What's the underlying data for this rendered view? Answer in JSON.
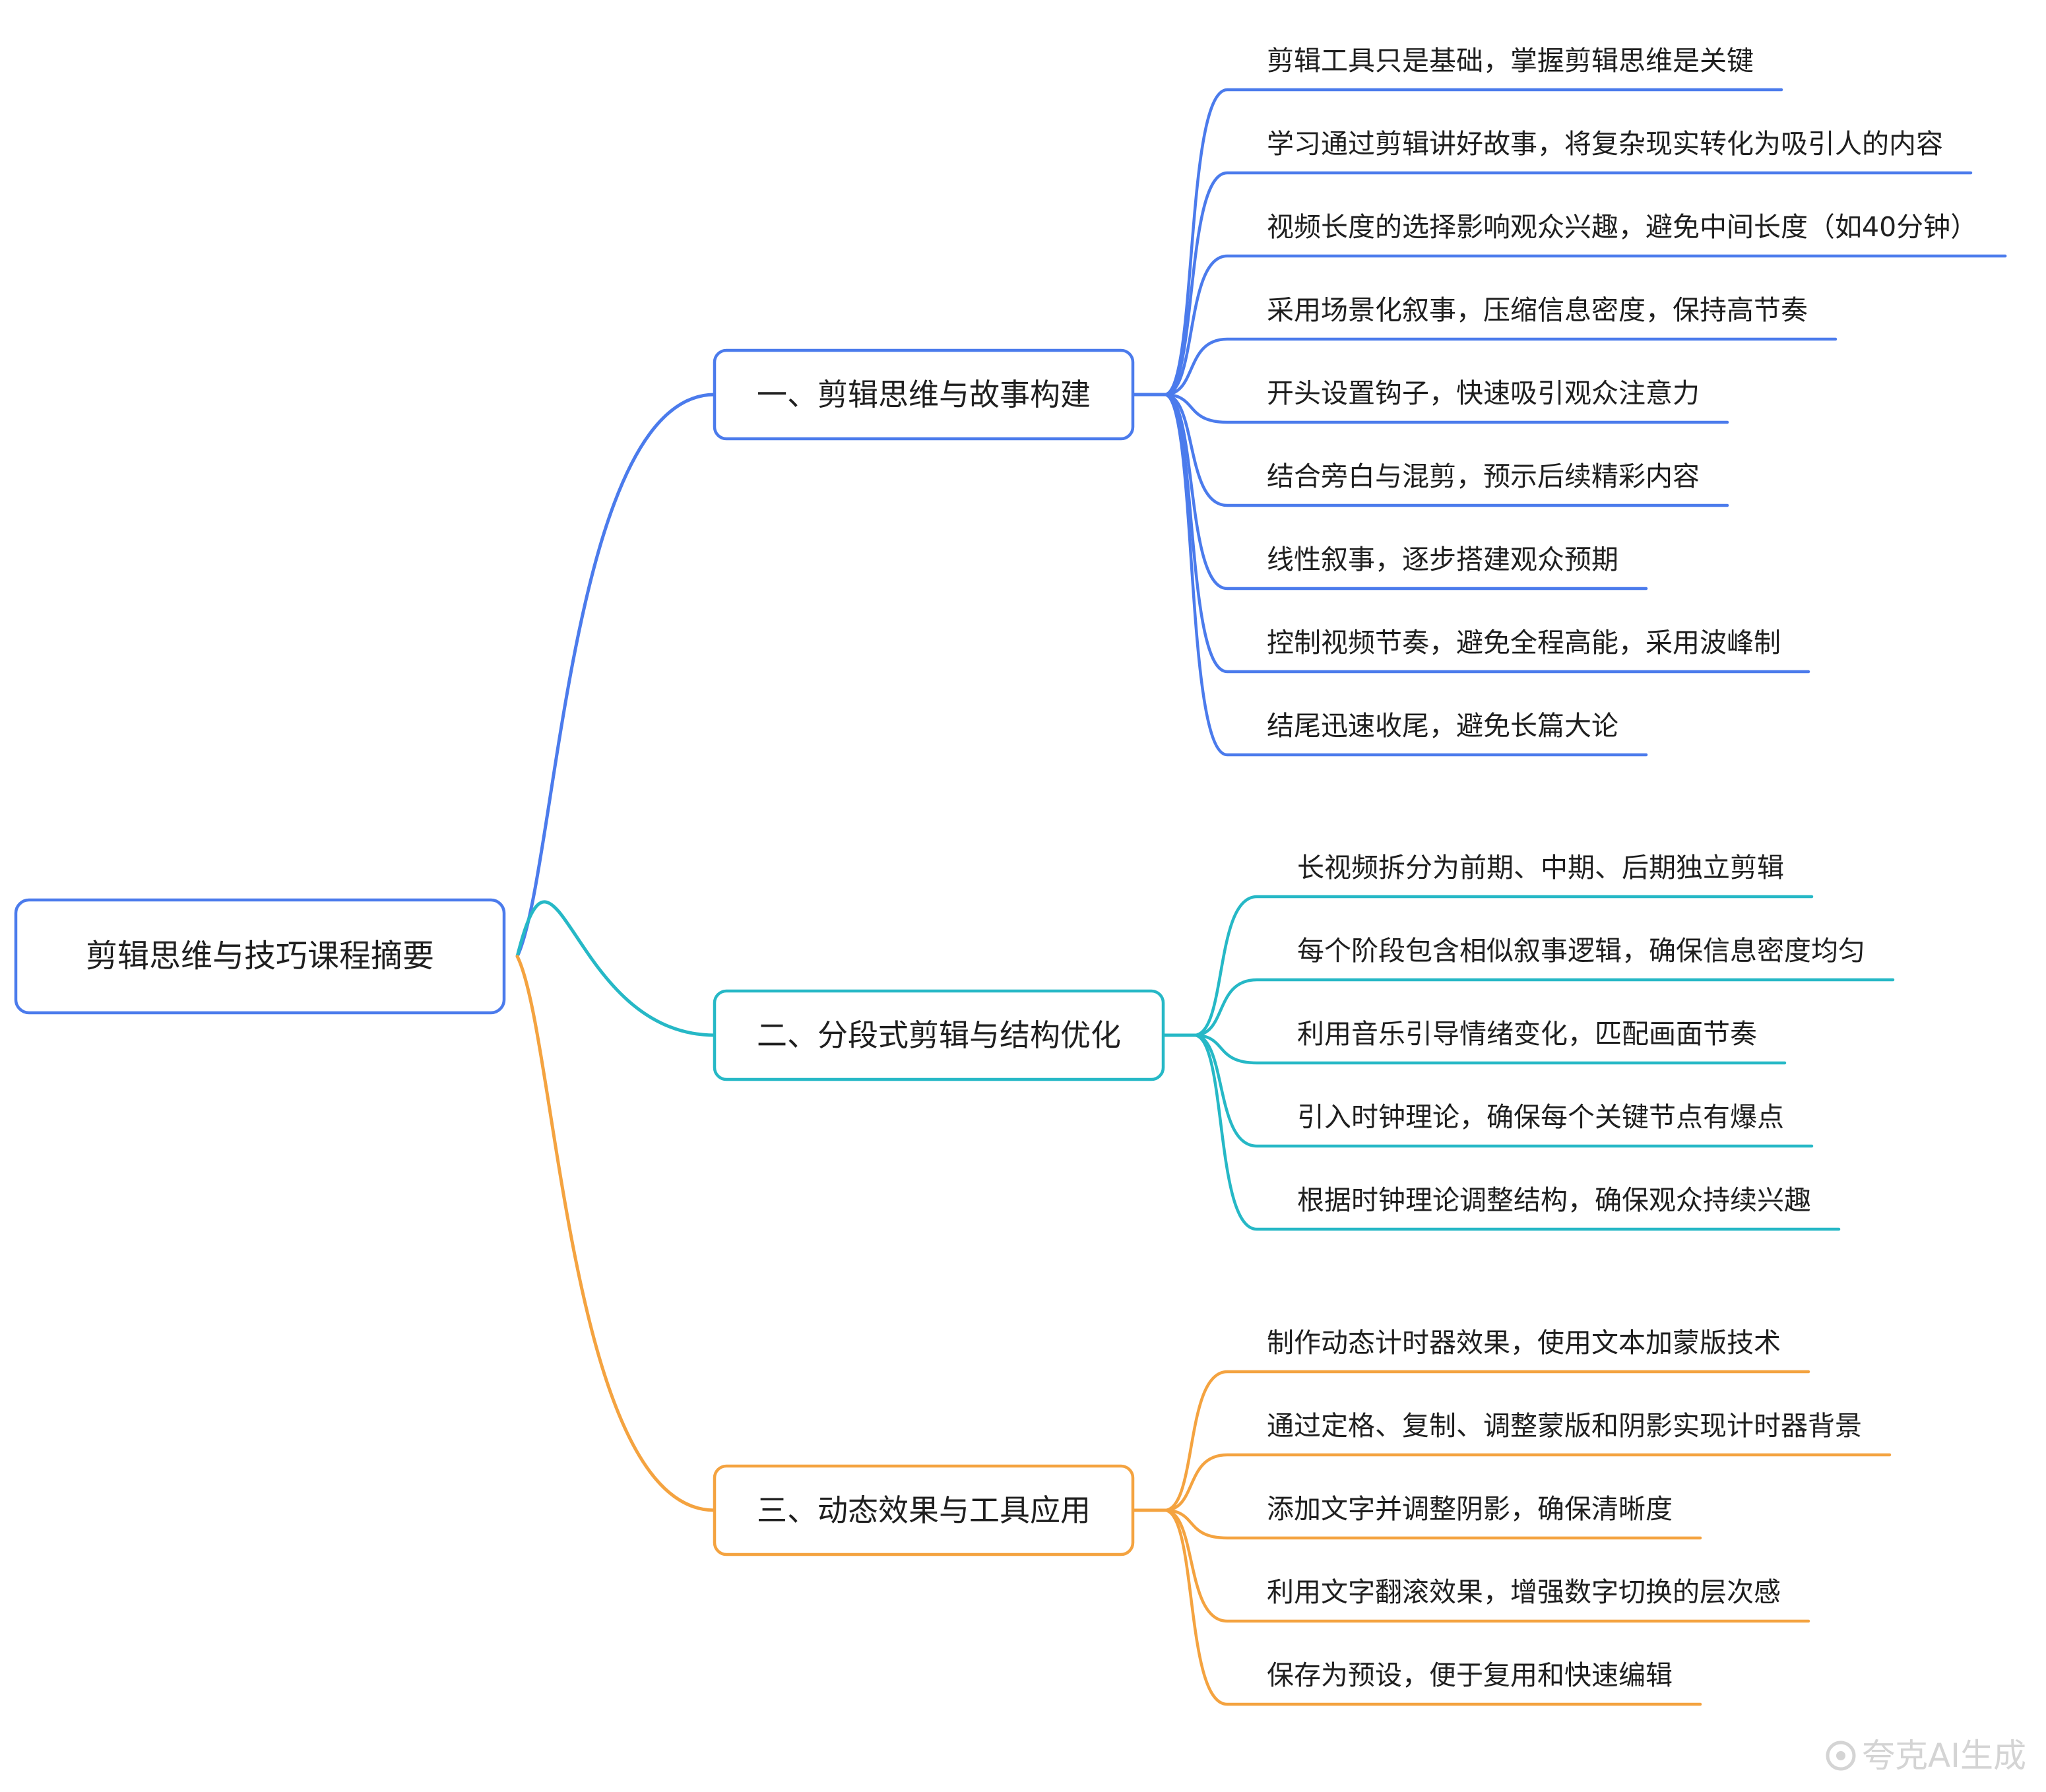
{
  "root": {
    "label": "剪辑思维与技巧课程摘要"
  },
  "branches": [
    {
      "label": "一、剪辑思维与故事构建",
      "color": "#4b7bec",
      "items": [
        "剪辑工具只是基础，掌握剪辑思维是关键",
        "学习通过剪辑讲好故事，将复杂现实转化为吸引人的内容",
        "视频长度的选择影响观众兴趣，避免中间长度（如40分钟）",
        "采用场景化叙事，压缩信息密度，保持高节奏",
        "开头设置钩子，快速吸引观众注意力",
        "结合旁白与混剪，预示后续精彩内容",
        "线性叙事，逐步搭建观众预期",
        "控制视频节奏，避免全程高能，采用波峰制",
        "结尾迅速收尾，避免长篇大论"
      ]
    },
    {
      "label": "二、分段式剪辑与结构优化",
      "color": "#26b8c6",
      "items": [
        "长视频拆分为前期、中期、后期独立剪辑",
        "每个阶段包含相似叙事逻辑，确保信息密度均匀",
        "利用音乐引导情绪变化，匹配画面节奏",
        "引入时钟理论，确保每个关键节点有爆点",
        "根据时钟理论调整结构，确保观众持续兴趣"
      ]
    },
    {
      "label": "三、动态效果与工具应用",
      "color": "#f4a340",
      "items": [
        "制作动态计时器效果，使用文本加蒙版技术",
        "通过定格、复制、调整蒙版和阴影实现计时器背景",
        "添加文字并调整阴影，确保清晰度",
        "利用文字翻滚效果，增强数字切换的层次感",
        "保存为预设，便于复用和快速编辑"
      ]
    }
  ],
  "watermark": {
    "text": "夸克AI生成",
    "icon": "watermark-circle-icon"
  }
}
